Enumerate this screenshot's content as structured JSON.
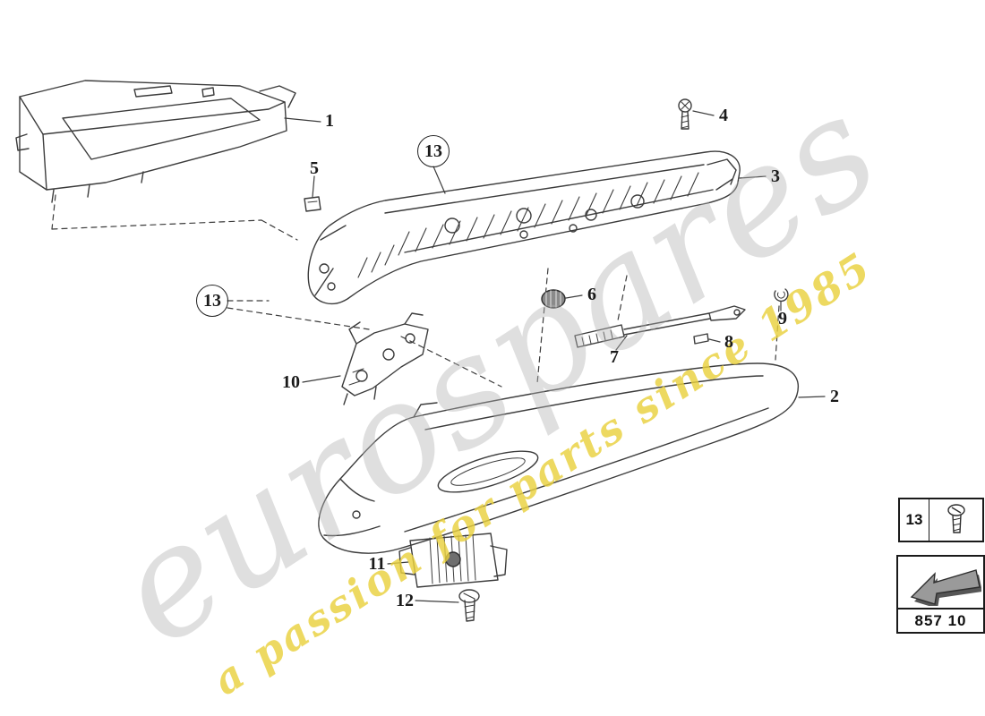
{
  "watermark": {
    "brand": "eurospares",
    "tagline": "a passion for parts since 1985"
  },
  "callouts": [
    {
      "label": "1"
    },
    {
      "label": "13"
    },
    {
      "label": "4"
    },
    {
      "label": "3"
    },
    {
      "label": "5"
    },
    {
      "label": "13"
    },
    {
      "label": "6"
    },
    {
      "label": "9"
    },
    {
      "label": "7"
    },
    {
      "label": "8"
    },
    {
      "label": "10"
    },
    {
      "label": "2"
    },
    {
      "label": "11"
    },
    {
      "label": "12"
    }
  ],
  "legend": {
    "screw_ref": "13",
    "diagram_code": "857 10"
  },
  "colors": {
    "line": "#3c3c3c",
    "watermark_gray": "#b2b2b2",
    "watermark_yellow": "#e9d13e"
  }
}
